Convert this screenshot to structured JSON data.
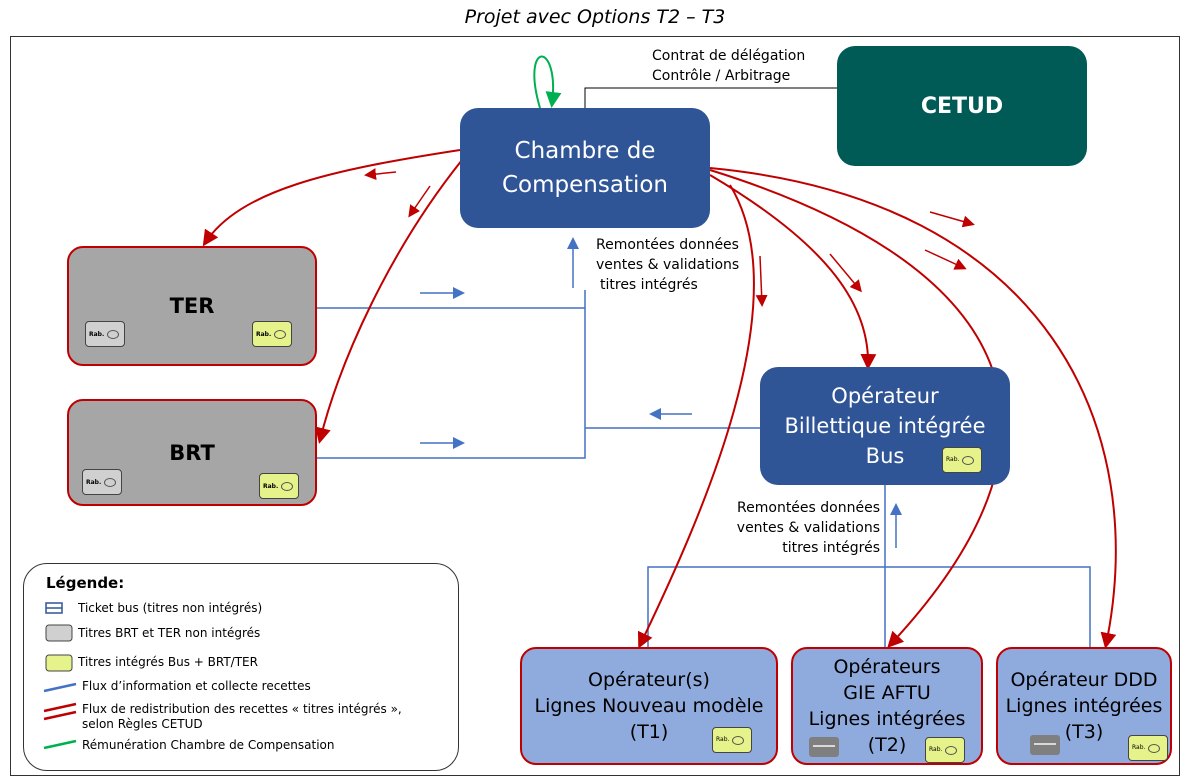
{
  "title": "Projet avec Options T2 – T3",
  "chambre": {
    "line1": "Chambre de",
    "line2": "Compensation"
  },
  "cetud": {
    "label": "CETUD"
  },
  "contrat": {
    "line1": "Contrat de délégation",
    "line2": "Contrôle / Arbitrage"
  },
  "ter": {
    "label": "TER"
  },
  "brt": {
    "label": "BRT"
  },
  "remontees_top": {
    "line1": "Remontées données",
    "line2": "ventes & validations",
    "line3": "titres intégrés"
  },
  "remontees_mid": {
    "line1": "Remontées données",
    "line2": "ventes & validations",
    "line3": "titres intégrés"
  },
  "operateur_billettique": {
    "line1": "Opérateur",
    "line2": "Billettique intégrée",
    "line3": "Bus"
  },
  "t1": {
    "line1": "Opérateur(s)",
    "line2": "Lignes Nouveau modèle",
    "line3": "(T1)"
  },
  "t2": {
    "line1": "Opérateurs",
    "line2": "GIE AFTU",
    "line3": "Lignes intégrées",
    "line4": "(T2)"
  },
  "t3": {
    "line1": "Opérateur DDD",
    "line2": "Lignes intégrées",
    "line3": "(T3)"
  },
  "card_text": "Rab.",
  "legend": {
    "title": "Légende:",
    "items": [
      "Ticket bus (titres non intégrés)",
      "Titres BRT et TER non intégrés",
      "Titres intégrés Bus + BRT/TER",
      "Flux d’information et collecte recettes",
      "Flux de redistribution des recettes « titres intégrés »,",
      "selon Règles CETUD",
      "Rémunération Chambre de Compensation"
    ]
  },
  "colors": {
    "blue_box": "#2f5597",
    "cetud": "#005a55",
    "red_flow": "#c00000",
    "blue_flow": "#4472c4",
    "green_flow": "#00b050"
  }
}
